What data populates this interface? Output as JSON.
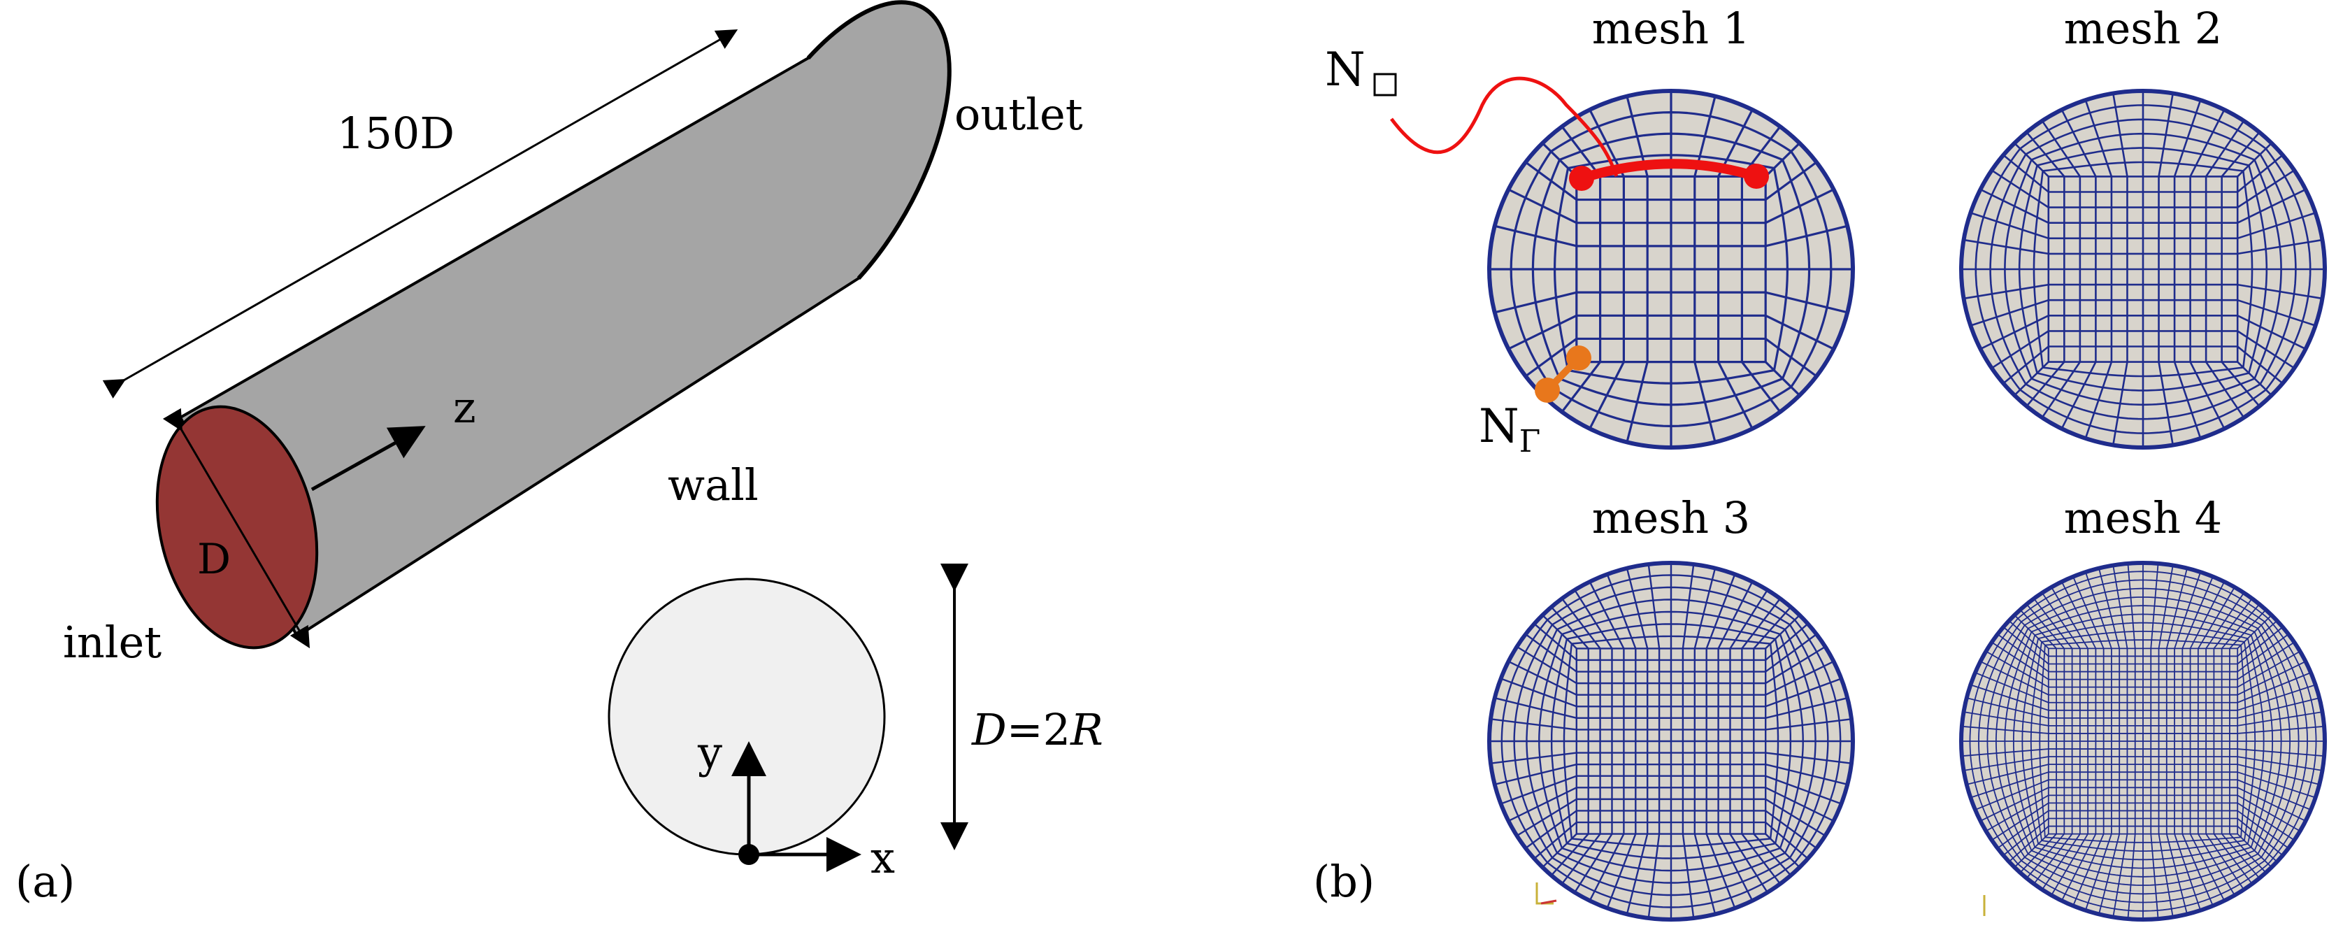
{
  "panel_a": {
    "label": "(a)",
    "length_label": "150D",
    "outlet_label": "outlet",
    "inlet_label": "inlet",
    "wall_label": "wall",
    "diameter_label": "D",
    "z_axis_label": "z",
    "cross_section": {
      "x_label": "x",
      "y_label": "y",
      "dim_label_D": "D",
      "dim_label_eq": "=2",
      "dim_label_R": "R"
    },
    "colors": {
      "cylinder_body": "#a5a5a5",
      "inlet_face": "#943634",
      "cross_section_fill": "#f0f0f0"
    }
  },
  "panel_b": {
    "label": "(b)",
    "meshes": [
      {
        "title": "mesh 1"
      },
      {
        "title": "mesh 2"
      },
      {
        "title": "mesh 3"
      },
      {
        "title": "mesh 4"
      }
    ],
    "annotation_n_box": "N",
    "annotation_n_gamma": "N",
    "annotation_n_gamma_sub": "Γ",
    "colors": {
      "mesh_lines": "#1f2c8c",
      "mesh_fill": "#d8d4cc",
      "box_annotation": "#ee1111",
      "gamma_annotation": "#e8771c"
    }
  }
}
